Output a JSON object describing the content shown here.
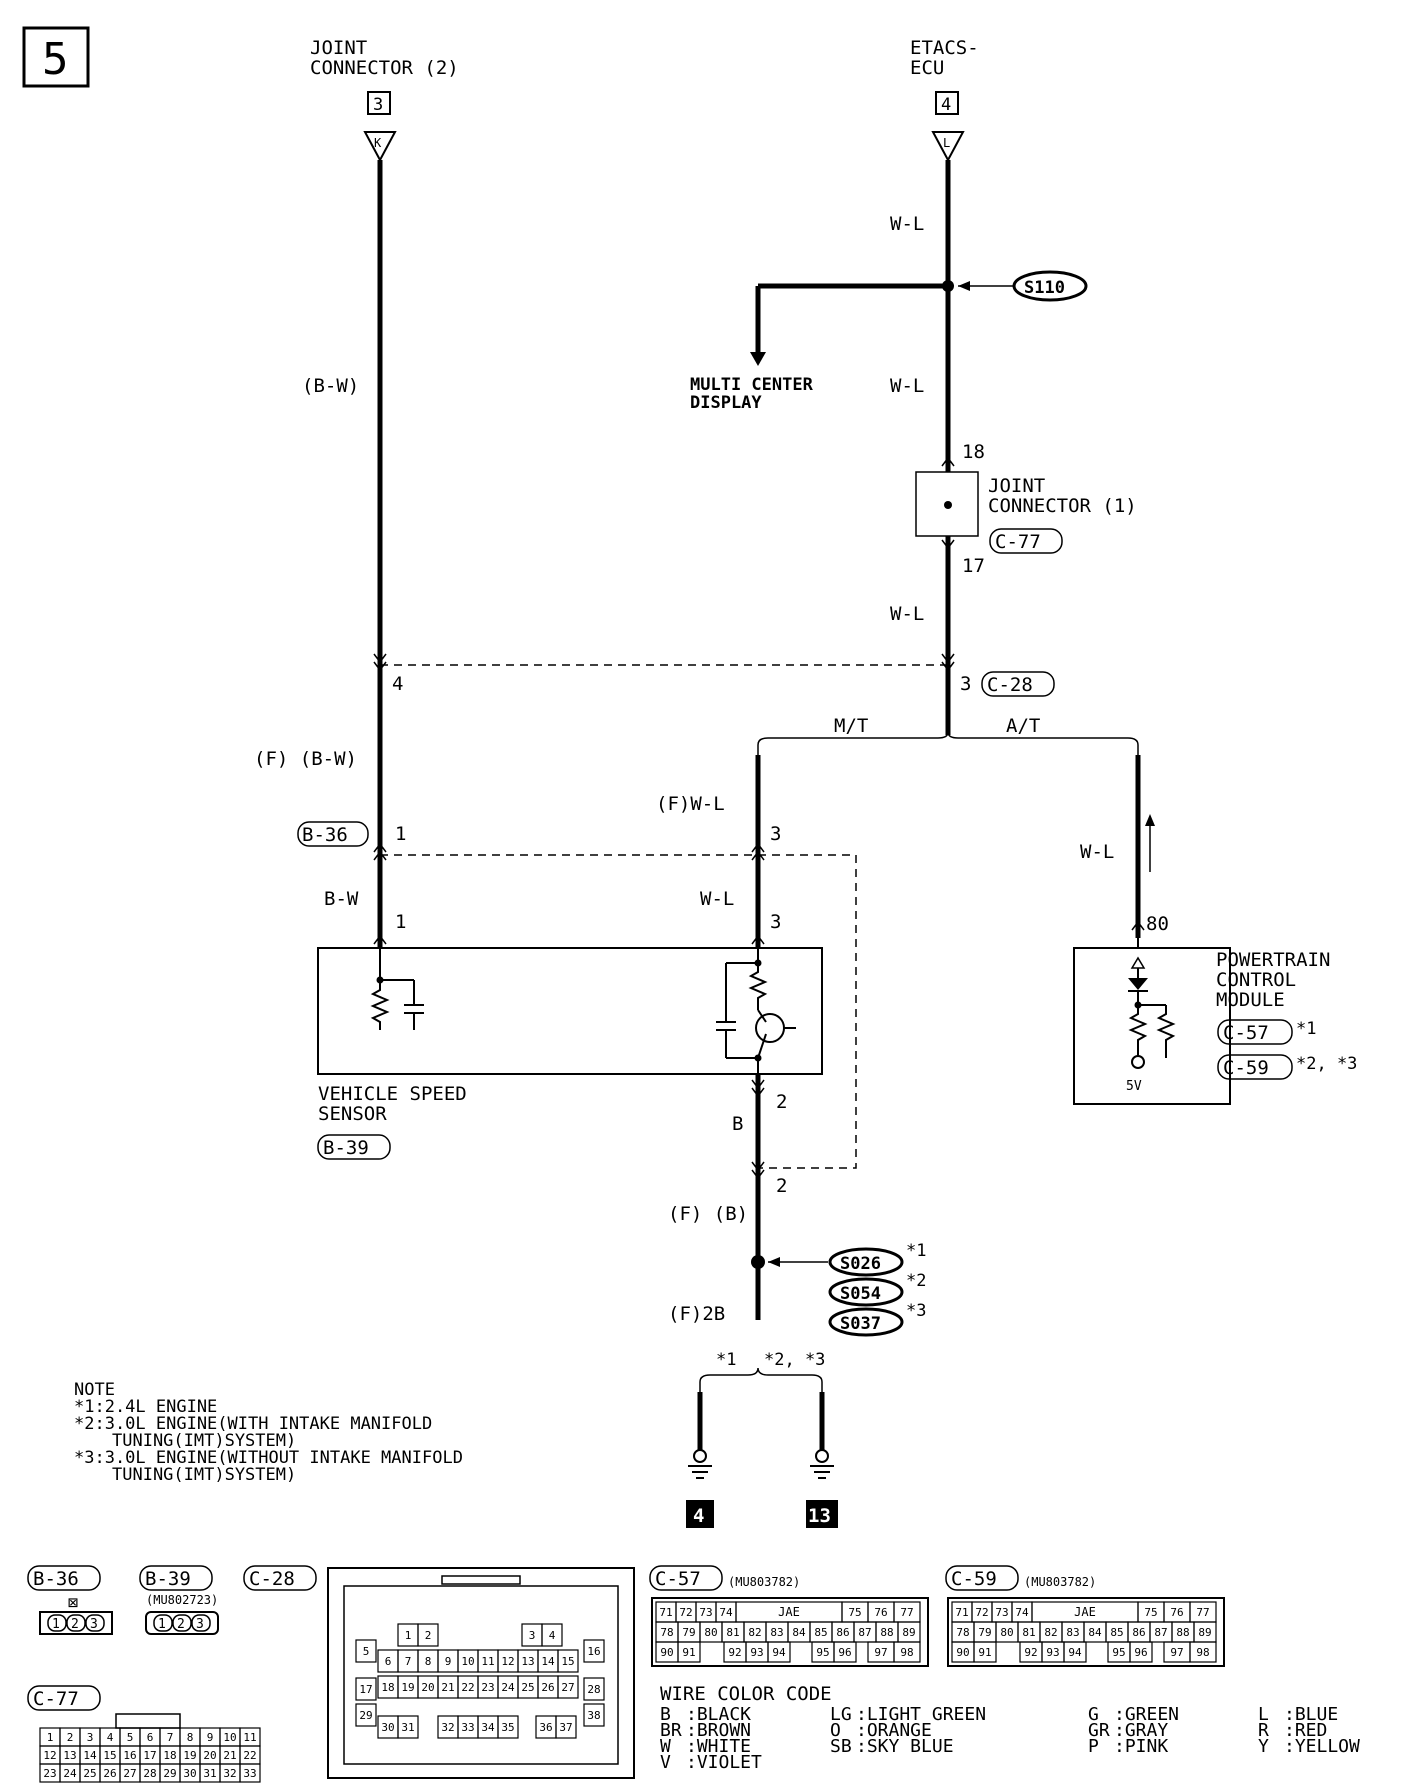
{
  "page_number": "5",
  "top": {
    "joint_connector_2": {
      "line1": "JOINT",
      "line2": "CONNECTOR (2)",
      "box": "3",
      "pin": "K"
    },
    "etacs_ecu": {
      "line1": "ETACS-",
      "line2": "ECU",
      "box": "4",
      "pin": "L"
    }
  },
  "wires": {
    "bw_paren": "(B-W)",
    "wl_1": "W-L",
    "wl_2": "W-L",
    "wl_3": "W-L",
    "f_bw": "(F) (B-W)",
    "bw": "B-W",
    "f_wl": "(F)W-L",
    "wl_4": "W-L",
    "wl_pcm": "W-L",
    "b": "B",
    "f_b": "(F) (B)",
    "f_2b": "(F)2B",
    "mt": "M/T",
    "at": "A/T"
  },
  "splices": {
    "s110": "S110",
    "s026": "S026",
    "s054": "S054",
    "s037": "S037",
    "s026_note": "*1",
    "s054_note": "*2",
    "s037_note": "*3"
  },
  "multi_center": {
    "line1": "MULTI CENTER",
    "line2": "DISPLAY"
  },
  "joint_connector_1": {
    "line1": "JOINT",
    "line2": "CONNECTOR (1)",
    "ref": "C-77",
    "pin_top": "18",
    "pin_bottom": "17"
  },
  "pins": {
    "c28_3": "3",
    "c28_ref": "C-28",
    "c28_4": "4",
    "b36_1": "1",
    "b36_ref": "B-36",
    "f_wl_3": "3",
    "vss_1": "1",
    "vss_3": "3",
    "vss_2": "2",
    "b_2": "2",
    "pcm_80": "80"
  },
  "vss": {
    "line1": "VEHICLE SPEED",
    "line2": "SENSOR",
    "ref": "B-39"
  },
  "pcm": {
    "line1": "POWERTRAIN",
    "line2": "CONTROL",
    "line3": "MODULE",
    "ref1": "C-57",
    "ref1_note": "*1",
    "ref2": "C-59",
    "ref2_note": "*2, *3",
    "voltage": "5V"
  },
  "ground_branches": {
    "left": "*1",
    "right": "*2, *3"
  },
  "grounds": {
    "left": "4",
    "right": "13"
  },
  "note": {
    "title": "NOTE",
    "l1": "*1:2.4L ENGINE",
    "l2": "*2:3.0L ENGINE(WITH INTAKE MANIFOLD",
    "l3": "TUNING(IMT)SYSTEM)",
    "l4": "*3:3.0L ENGINE(WITHOUT INTAKE MANIFOLD",
    "l5": "TUNING(IMT)SYSTEM)"
  },
  "connectors": {
    "b36": {
      "ref": "B-36",
      "pins": [
        "1",
        "2",
        "3"
      ]
    },
    "b39": {
      "ref": "B-39",
      "part": "(MU802723)",
      "pins": [
        "1",
        "2",
        "3"
      ]
    },
    "c28": {
      "ref": "C-28"
    },
    "c57": {
      "ref": "C-57",
      "part": "(MU803782)"
    },
    "c59": {
      "ref": "C-59",
      "part": "(MU803782)"
    },
    "c77": {
      "ref": "C-77",
      "rows": [
        [
          "1",
          "2",
          "3",
          "4",
          "5",
          "6",
          "7",
          "8",
          "9",
          "10",
          "11"
        ],
        [
          "12",
          "13",
          "14",
          "15",
          "16",
          "17",
          "18",
          "19",
          "20",
          "21",
          "22"
        ],
        [
          "23",
          "24",
          "25",
          "26",
          "27",
          "28",
          "29",
          "30",
          "31",
          "32",
          "33"
        ]
      ]
    },
    "c28_pins": {
      "r1": [
        "1",
        "2",
        "3",
        "4"
      ],
      "r2_left": [
        "5"
      ],
      "r2": [
        "6",
        "7",
        "8",
        "9",
        "10",
        "11",
        "12",
        "13",
        "14",
        "15"
      ],
      "r2_right": [
        "16"
      ],
      "r3_left": [
        "17"
      ],
      "r3": [
        "18",
        "19",
        "20",
        "21",
        "22",
        "23",
        "24",
        "25",
        "26",
        "27"
      ],
      "r3_right": [
        "28"
      ],
      "r4_left": [
        "29"
      ],
      "r4": [
        "30",
        "31",
        "32",
        "33",
        "34",
        "35",
        "36",
        "37"
      ],
      "r4_right": [
        "38"
      ]
    },
    "pcm_grid": {
      "jae": "JAE",
      "r1": [
        "71",
        "72",
        "73",
        "74",
        "75",
        "76",
        "77"
      ],
      "r2": [
        "78",
        "79",
        "80",
        "81",
        "82",
        "83",
        "84",
        "85",
        "86",
        "87",
        "88",
        "89"
      ],
      "r3": [
        "90",
        "91",
        "92",
        "93",
        "94",
        "95",
        "96",
        "97",
        "98"
      ]
    }
  },
  "wire_color_code": {
    "title": "WIRE COLOR CODE",
    "entries": [
      [
        "B",
        ":BLACK"
      ],
      [
        "BR",
        ":BROWN"
      ],
      [
        "W",
        ":WHITE"
      ],
      [
        "V",
        ":VIOLET"
      ],
      [
        "LG",
        ":LIGHT GREEN"
      ],
      [
        "O",
        ":ORANGE"
      ],
      [
        "SB",
        ":SKY BLUE"
      ],
      [
        "G",
        ":GREEN"
      ],
      [
        "GR",
        ":GRAY"
      ],
      [
        "P",
        ":PINK"
      ],
      [
        "L",
        ":BLUE"
      ],
      [
        "R",
        ":RED"
      ],
      [
        "Y",
        ":YELLOW"
      ]
    ]
  }
}
